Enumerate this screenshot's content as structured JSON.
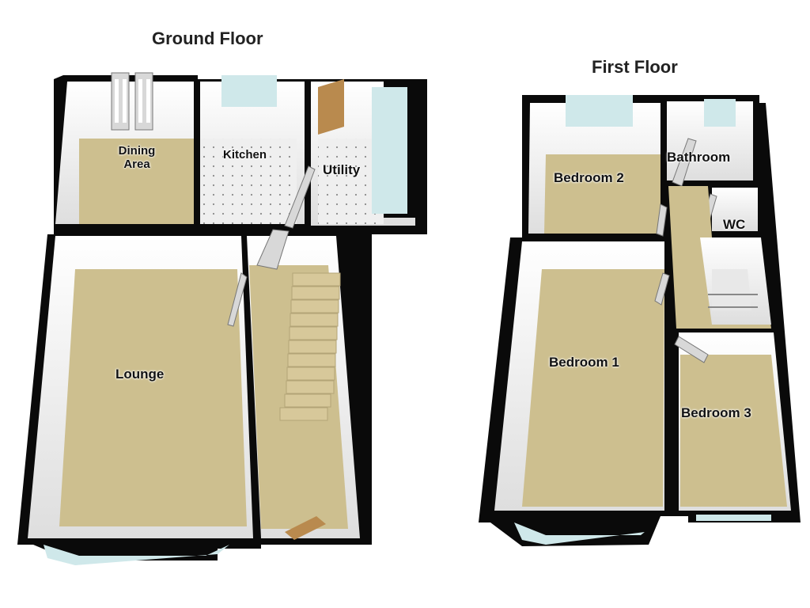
{
  "floors": [
    {
      "title": "Ground Floor",
      "rooms": [
        {
          "label": "Dining\nArea"
        },
        {
          "label": "Kitchen"
        },
        {
          "label": "Utility"
        },
        {
          "label": "Lounge"
        }
      ]
    },
    {
      "title": "First Floor",
      "rooms": [
        {
          "label": "Bedroom 2"
        },
        {
          "label": "Bathroom"
        },
        {
          "label": "WC"
        },
        {
          "label": "Bedroom 1"
        },
        {
          "label": "Bedroom 3"
        }
      ]
    }
  ],
  "colors": {
    "wall": "#0a0a0a",
    "wall_inner": "#f2f2f2",
    "carpet": "#cdbf8f",
    "tile": "#eeeeee",
    "window": "#cfe8ea",
    "door": "#d8d8d8",
    "front_door": "#b98a4e",
    "stair": "#d7c89a"
  }
}
